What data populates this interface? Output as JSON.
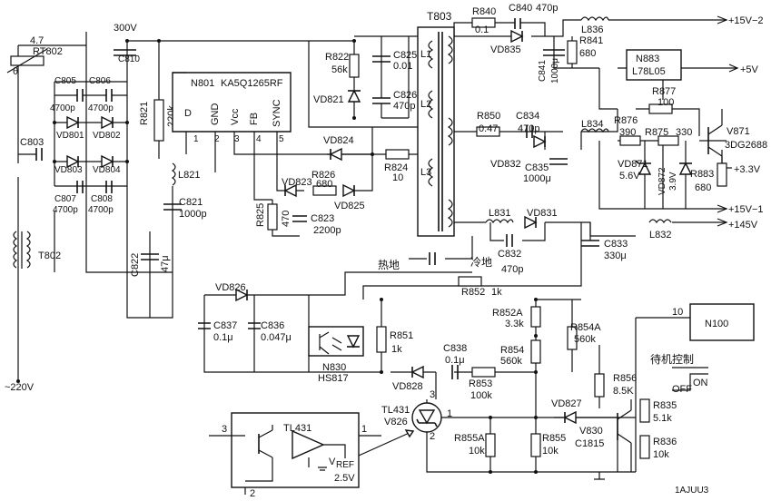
{
  "input": {
    "ac": "~220V",
    "thermistor": "RT802",
    "thermistor_value": "4.7",
    "thermistor_sym": "θ",
    "bus": "300V",
    "filter": "T802",
    "cap_in": "C803"
  },
  "bridge": {
    "caps": [
      {
        "ref": "C805",
        "val": "4700p"
      },
      {
        "ref": "C806",
        "val": "4700p"
      },
      {
        "ref": "C807",
        "val": "4700p"
      },
      {
        "ref": "C808",
        "val": "4700p"
      }
    ],
    "diodes": [
      "VD801",
      "VD802",
      "VD803",
      "VD804"
    ]
  },
  "primary": {
    "c810": "C810",
    "r821": {
      "ref": "R821",
      "val": "220k"
    },
    "l821": "L821",
    "c821": {
      "ref": "C821",
      "val": "1000p"
    },
    "c822": {
      "ref": "C822",
      "val": "47μ"
    },
    "ic": {
      "ref": "N801",
      "part": "KA5Q1265RF",
      "pins": [
        "D",
        "GND",
        "Vcc",
        "FB",
        "SYNC"
      ],
      "pin_numbers": [
        "1",
        "2",
        "3",
        "4",
        "5"
      ]
    },
    "r822": {
      "ref": "R822",
      "val": "56k"
    },
    "c825": {
      "ref": "C825",
      "val": "0.01"
    },
    "c826": {
      "ref": "C826",
      "val": "470p"
    },
    "vd821": "VD821",
    "vd824": "VD824",
    "r824": {
      "ref": "R824",
      "val": "10"
    },
    "vd823": "VD823",
    "r826": {
      "ref": "R826",
      "val": "680"
    },
    "vd825": "VD825",
    "r825": {
      "ref": "R825",
      "val": "470"
    },
    "c823": {
      "ref": "C823",
      "val": "2200p"
    },
    "vd826": "VD826",
    "c837": {
      "ref": "C837",
      "val": "0.1μ"
    },
    "c836": {
      "ref": "C836",
      "val": "0.047μ"
    }
  },
  "transformer": {
    "ref": "T803",
    "windings": [
      "L1",
      "L2",
      "L3"
    ],
    "hot_ground": "热地",
    "cold_ground": "冷地",
    "c832": {
      "ref": "C832",
      "val": "470p"
    }
  },
  "secondary": {
    "r840": {
      "ref": "R840",
      "val": "0.1"
    },
    "c840": {
      "ref": "C840",
      "val": "470p"
    },
    "l836": "L836",
    "vd835": "VD835",
    "c841": {
      "ref": "C841",
      "val": "1000μ"
    },
    "r841": {
      "ref": "R841",
      "val": "680"
    },
    "out1": "+15V−2",
    "reg": {
      "ref": "N883",
      "part": "L78L05"
    },
    "out2": "+5V",
    "r877": {
      "ref": "R877",
      "val": "100"
    },
    "r850": {
      "ref": "R850",
      "val": "0.47"
    },
    "c834": {
      "ref": "C834",
      "val": "470p"
    },
    "vd832": "VD832",
    "c835": {
      "ref": "C835",
      "val": "1000μ"
    },
    "l834": "L834",
    "r876": {
      "ref": "R876",
      "val": "390"
    },
    "r875": {
      "ref": "R875",
      "val": "330"
    },
    "v871": {
      "ref": "V871",
      "part": "3DG2688"
    },
    "vd871": {
      "ref": "VD871",
      "val": "5.6V"
    },
    "vd872": {
      "ref": "VD872",
      "val": "3.9V"
    },
    "r883": {
      "ref": "R883",
      "val": "680"
    },
    "out3": "+3.3V",
    "out4": "+15V−1",
    "l831": "L831",
    "vd831": "VD831",
    "l832": "L832",
    "c833": {
      "ref": "C833",
      "val": "330μ"
    },
    "out5": "+145V"
  },
  "feedback": {
    "r852": {
      "ref": "R852",
      "val": "1k"
    },
    "r852a": {
      "ref": "R852A",
      "val": "3.3k"
    },
    "r854a": {
      "ref": "R854A",
      "val": "560k"
    },
    "r854": {
      "ref": "R854",
      "val": "560k"
    },
    "r851": {
      "ref": "R851",
      "val": "1k"
    },
    "c838": {
      "ref": "C838",
      "val": "0.1μ"
    },
    "r853": {
      "ref": "R853",
      "val": "100k"
    },
    "vd828": "VD828",
    "opto": {
      "ref": "N830",
      "part": "HS817"
    },
    "tl431": {
      "ref": "TL431",
      "ref2": "V826",
      "pins": [
        "3",
        "1",
        "2"
      ]
    },
    "r855a": {
      "ref": "R855A",
      "val": "10k"
    },
    "r855": {
      "ref": "R855",
      "val": "10k"
    },
    "r856": {
      "ref": "R856",
      "val": "8.5K"
    },
    "vd827": "VD827",
    "v830": {
      "ref": "V830",
      "part": "C1815"
    },
    "r835": {
      "ref": "R835",
      "val": "5.1k"
    },
    "r836": {
      "ref": "R836",
      "val": "10k"
    },
    "mcu": {
      "ref": "N100",
      "pin": "10"
    },
    "standby": "待机控制",
    "off": "OFF",
    "on": "ON"
  },
  "inset": {
    "label": "TL431",
    "vref": "V",
    "vref_sub": "REF",
    "vref_val": "2.5V",
    "pins": [
      "3",
      "1",
      "2"
    ]
  },
  "watermark": "1AJUU3"
}
